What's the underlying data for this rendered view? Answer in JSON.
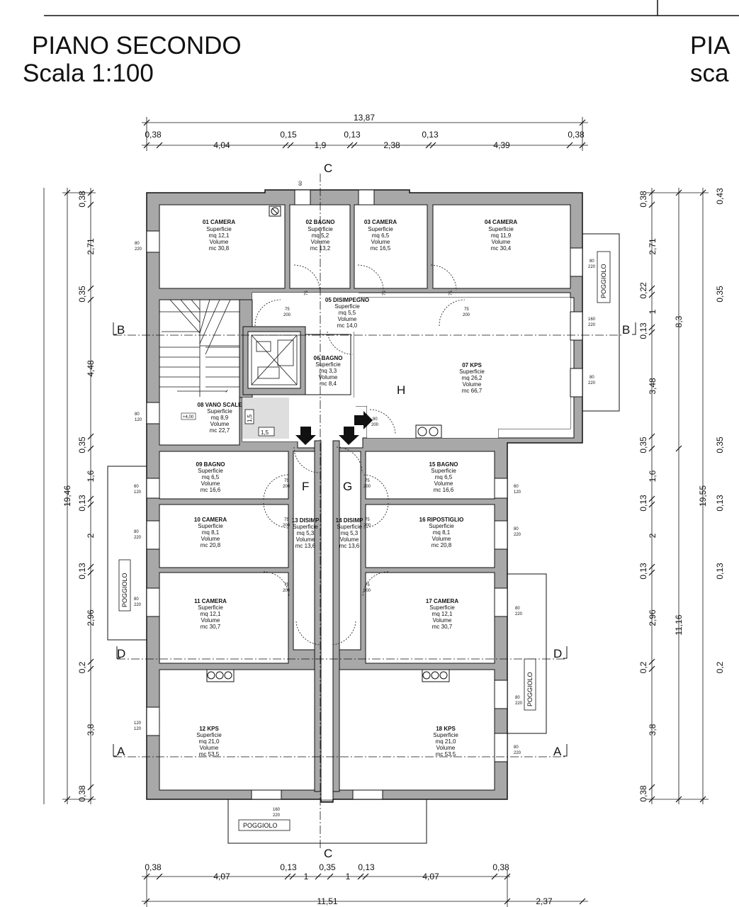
{
  "header": {
    "title": "PIANO SECONDO",
    "scale": "Scala 1:100",
    "title_cut": "PIA",
    "scale_cut": "sca"
  },
  "labels": {
    "surface": "Superficie",
    "volume": "Volume",
    "balcony": "POGGIOLO",
    "h_mark": "H"
  },
  "rooms": [
    {
      "name": "01 CAMERA",
      "area": "mq 12,1",
      "volume": "mc 30,8"
    },
    {
      "name": "02 BAGNO",
      "area": "mq 5,2",
      "volume": "mc 13,2"
    },
    {
      "name": "03 CAMERA",
      "area": "mq 6,5",
      "volume": "mc 16,5"
    },
    {
      "name": "04 CAMERA",
      "area": "mq 11,9",
      "volume": "mc 30,4"
    },
    {
      "name": "05 DISIMPEGNO",
      "area": "mq 5,5",
      "volume": "mc 14,0"
    },
    {
      "name": "06 BAGNO",
      "area": "mq 3,3",
      "volume": "mc 8,4"
    },
    {
      "name": "07 KPS",
      "area": "mq 26,2",
      "volume": "mc 66,7"
    },
    {
      "name": "08 VANO SCALE",
      "area": "mq 8,9",
      "volume": "mc 22,7"
    },
    {
      "name": "09 BAGNO",
      "area": "mq 6,5",
      "volume": "mc 16,6"
    },
    {
      "name": "10 CAMERA",
      "area": "mq 8,1",
      "volume": "mc 20,8"
    },
    {
      "name": "11 CAMERA",
      "area": "mq 12,1",
      "volume": "mc 30,7"
    },
    {
      "name": "12 KPS",
      "area": "mq 21,0",
      "volume": "mc 53,5"
    },
    {
      "name": "13 DISIMP",
      "area": "mq 5,3",
      "volume": "mc 13,6"
    },
    {
      "name": "14 DISIMP",
      "area": "mq 5,3",
      "volume": "mc 13,6"
    },
    {
      "name": "15 BAGNO",
      "area": "mq 6,5",
      "volume": "mc 16,6"
    },
    {
      "name": "16 RIPOSTIGLIO",
      "area": "mq 8,1",
      "volume": "mc 20,8"
    },
    {
      "name": "17 CAMERA",
      "area": "mq 12,1",
      "volume": "mc 30,7"
    },
    {
      "name": "18 KPS",
      "area": "mq 21,0",
      "volume": "mc 53,5"
    }
  ],
  "dimensions": {
    "top_total": "13,87",
    "top_parts": [
      "0,38",
      "4,04",
      "0,15",
      "1,9",
      "0,13",
      "2,38",
      "0,13",
      "4,39",
      "0,38"
    ],
    "bottom_parts": [
      "0,38",
      "4,07",
      "0,13",
      "1",
      "0,35",
      "1",
      "0,13",
      "4,07",
      "0,38"
    ],
    "bottom_total": [
      "11,51",
      "2,37"
    ],
    "left_parts": [
      "0,38",
      "2,71",
      "0,35",
      "4,48",
      "0,35",
      "1,6",
      "0,13",
      "2",
      "0,13",
      "2,96",
      "0,2",
      "3,8",
      "0,38"
    ],
    "left_total": "19,46",
    "right_parts": [
      "0,38",
      "2,71",
      "0,22",
      "1",
      "0,13",
      "3,48",
      "0,35",
      "1,6",
      "0,13",
      "2",
      "0,13",
      "2,96",
      "0,2",
      "3,8",
      "0,38"
    ],
    "right_totals": [
      "8,3",
      "11,16",
      "19,55"
    ],
    "far_right": [
      "0,43",
      "0,35",
      "0,35",
      "0,13",
      "0,13",
      "0,2"
    ],
    "stair_marks": [
      "1,5",
      "1,5"
    ],
    "level_mark": "+4,00"
  },
  "doors": {
    "d75_200": [
      "75",
      "200"
    ],
    "d80_200": [
      "80",
      "200"
    ],
    "w80_220": [
      "80",
      "220"
    ],
    "w80_120": [
      "80",
      "120"
    ],
    "w60_120": [
      "60",
      "120"
    ],
    "w120_120": [
      "120",
      "120"
    ],
    "w160_220": [
      "160",
      "220"
    ]
  },
  "axes": {
    "A": "A",
    "B": "B",
    "C": "C",
    "D": "D",
    "F": "F",
    "G": "G"
  },
  "colors": {
    "wall": "#a8a8a8",
    "wall_outline": "#111111",
    "stair_shade": "#dedede",
    "line": "#111111"
  }
}
